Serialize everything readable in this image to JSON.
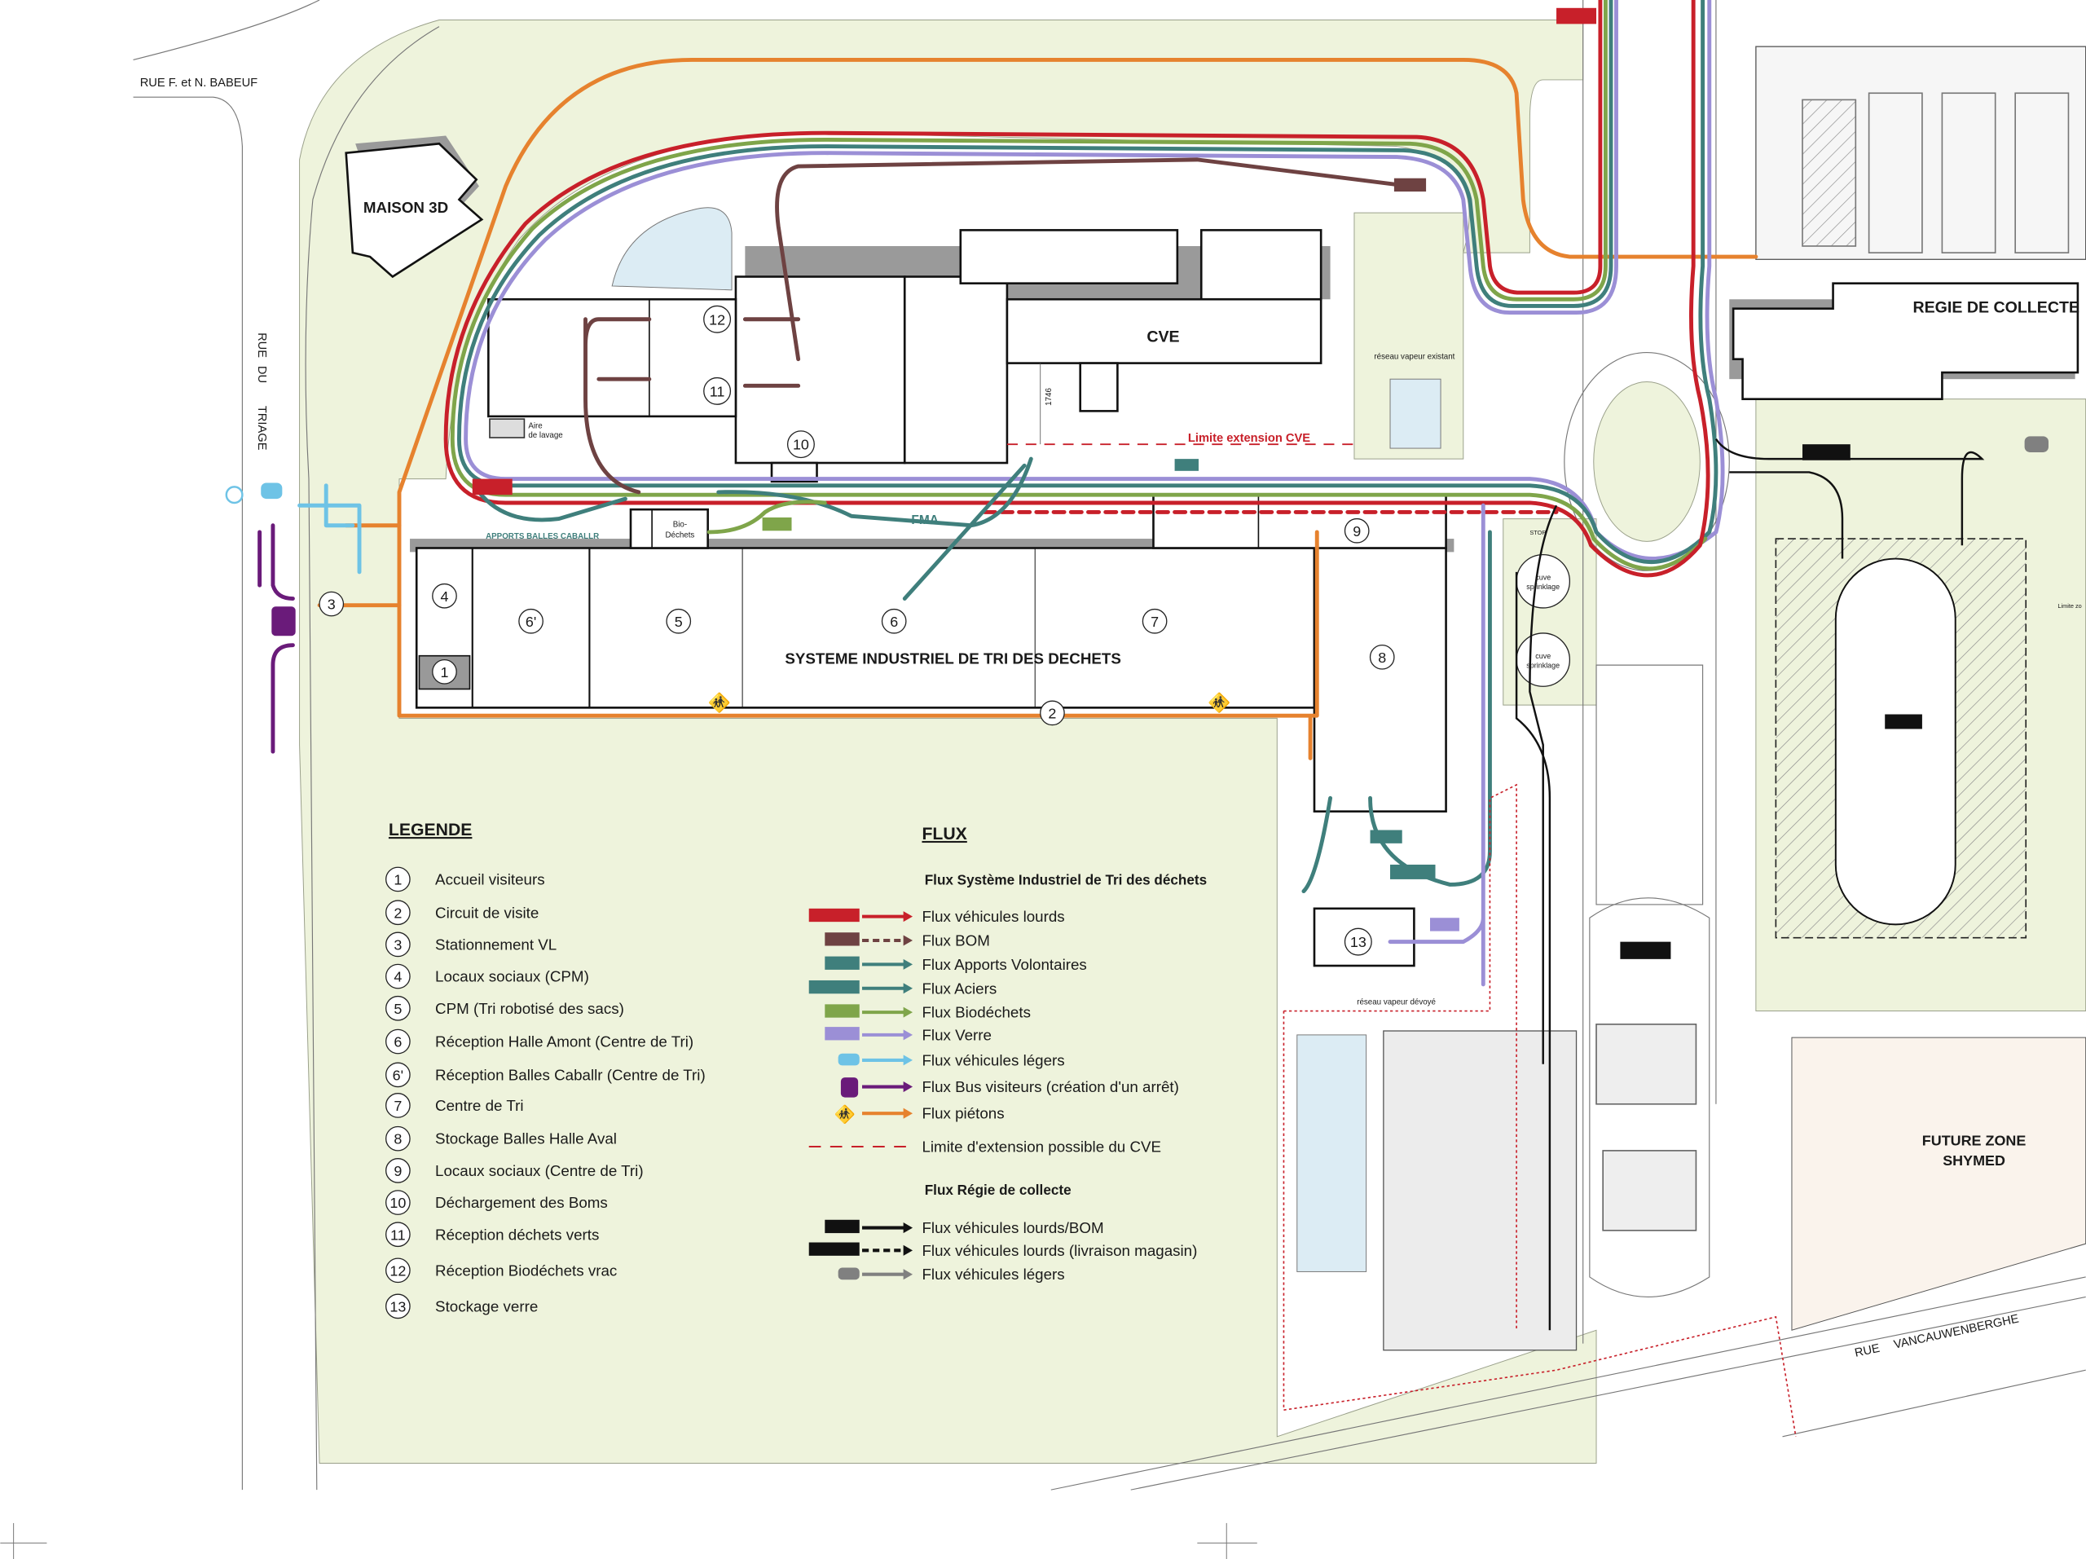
{
  "map": {
    "streets": {
      "babeuf": "RUE F. et N. BABEUF",
      "triage": [
        "RUE",
        "DU",
        "TRIAGE"
      ],
      "vancauwenberghe_rue": "RUE",
      "vancauwenberghe": "VANCAUWENBERGHE"
    },
    "buildings": {
      "maison3d": "MAISON 3D",
      "cve": "CVE",
      "regie": "REGIE DE COLLECTE",
      "sitd": "SYSTEME INDUSTRIEL DE TRI DES DECHETS",
      "future_zone": [
        "FUTURE ZONE",
        "SHYMED"
      ],
      "fma": "FMA",
      "biodechets": [
        "Bio-",
        "Déchets"
      ],
      "aire_lavage": [
        "Aire",
        "de lavage"
      ],
      "apports": "APPORTS BALLES CABALLR",
      "cuve": [
        "cuve",
        "sprinklage"
      ]
    },
    "annotations": {
      "limite_cve": "Limite extension CVE",
      "reseau_existant": "réseau vapeur existant",
      "reseau_devoye": "réseau vapeur dévoyé",
      "dimension": "1746",
      "stop": "STOP",
      "limite_zone": "Limite zo"
    },
    "markers": {
      "m1": "1",
      "m2": "2",
      "m3": "3",
      "m4": "4",
      "m5": "5",
      "m6": "6",
      "m6p": "6'",
      "m7": "7",
      "m8": "8",
      "m9": "9",
      "m10": "10",
      "m11": "11",
      "m12": "12",
      "m13": "13"
    }
  },
  "legend": {
    "title": "LEGENDE",
    "items": [
      {
        "num": "1",
        "label": "Accueil visiteurs"
      },
      {
        "num": "2",
        "label": "Circuit de visite"
      },
      {
        "num": "3",
        "label": "Stationnement VL"
      },
      {
        "num": "4",
        "label": "Locaux sociaux (CPM)"
      },
      {
        "num": "5",
        "label": "CPM (Tri robotisé des sacs)"
      },
      {
        "num": "6",
        "label": "Réception Halle Amont (Centre de Tri)"
      },
      {
        "num": "6'",
        "label": "Réception Balles Caballr (Centre de Tri)"
      },
      {
        "num": "7",
        "label": "Centre de Tri"
      },
      {
        "num": "8",
        "label": "Stockage Balles Halle Aval"
      },
      {
        "num": "9",
        "label": "Locaux sociaux (Centre de Tri)"
      },
      {
        "num": "10",
        "label": "Déchargement des Boms"
      },
      {
        "num": "11",
        "label": "Réception déchets verts"
      },
      {
        "num": "12",
        "label": "Réception Biodéchets vrac"
      },
      {
        "num": "13",
        "label": "Stockage verre"
      }
    ]
  },
  "flux": {
    "title": "FLUX",
    "sitd_title": "Flux Système Industriel de Tri des déchets",
    "sitd_items": [
      {
        "label": "Flux véhicules lourds",
        "color": "#c8202a",
        "icon": "semi-truck-icon",
        "dashed": false
      },
      {
        "label": "Flux BOM",
        "color": "#6e4242",
        "icon": "garbage-truck-icon",
        "dashed": true
      },
      {
        "label": "Flux Apports Volontaires",
        "color": "#3f7f7c",
        "icon": "truck-icon",
        "dashed": false
      },
      {
        "label": "Flux Aciers",
        "color": "#3f7f7c",
        "icon": "semi-truck-icon",
        "dashed": false
      },
      {
        "label": "Flux Biodéchets",
        "color": "#7fa54a",
        "icon": "truck-icon",
        "dashed": false
      },
      {
        "label": "Flux Verre",
        "color": "#9b8fd6",
        "icon": "truck-icon",
        "dashed": false
      },
      {
        "label": "Flux véhicules légers",
        "color": "#6ec3e6",
        "icon": "car-icon",
        "dashed": false
      },
      {
        "label": "Flux Bus visiteurs (création d'un arrêt)",
        "color": "#6a1b7a",
        "icon": "bus-icon",
        "dashed": false
      },
      {
        "label": "Flux piétons",
        "color": "#e6822e",
        "icon": "pedestrians-icon",
        "dashed": false
      }
    ],
    "limite": {
      "label": "Limite d'extension possible du CVE",
      "color": "#c8202a"
    },
    "regie_title": "Flux Régie de collecte",
    "regie_items": [
      {
        "label": "Flux véhicules lourds/BOM",
        "color": "#111111",
        "icon": "garbage-truck-icon",
        "dashed": false
      },
      {
        "label": "Flux véhicules lourds (livraison magasin)",
        "color": "#111111",
        "icon": "semi-truck-icon",
        "dashed": true
      },
      {
        "label": "Flux véhicules légers",
        "color": "#808080",
        "icon": "car-icon",
        "dashed": false
      }
    ]
  }
}
